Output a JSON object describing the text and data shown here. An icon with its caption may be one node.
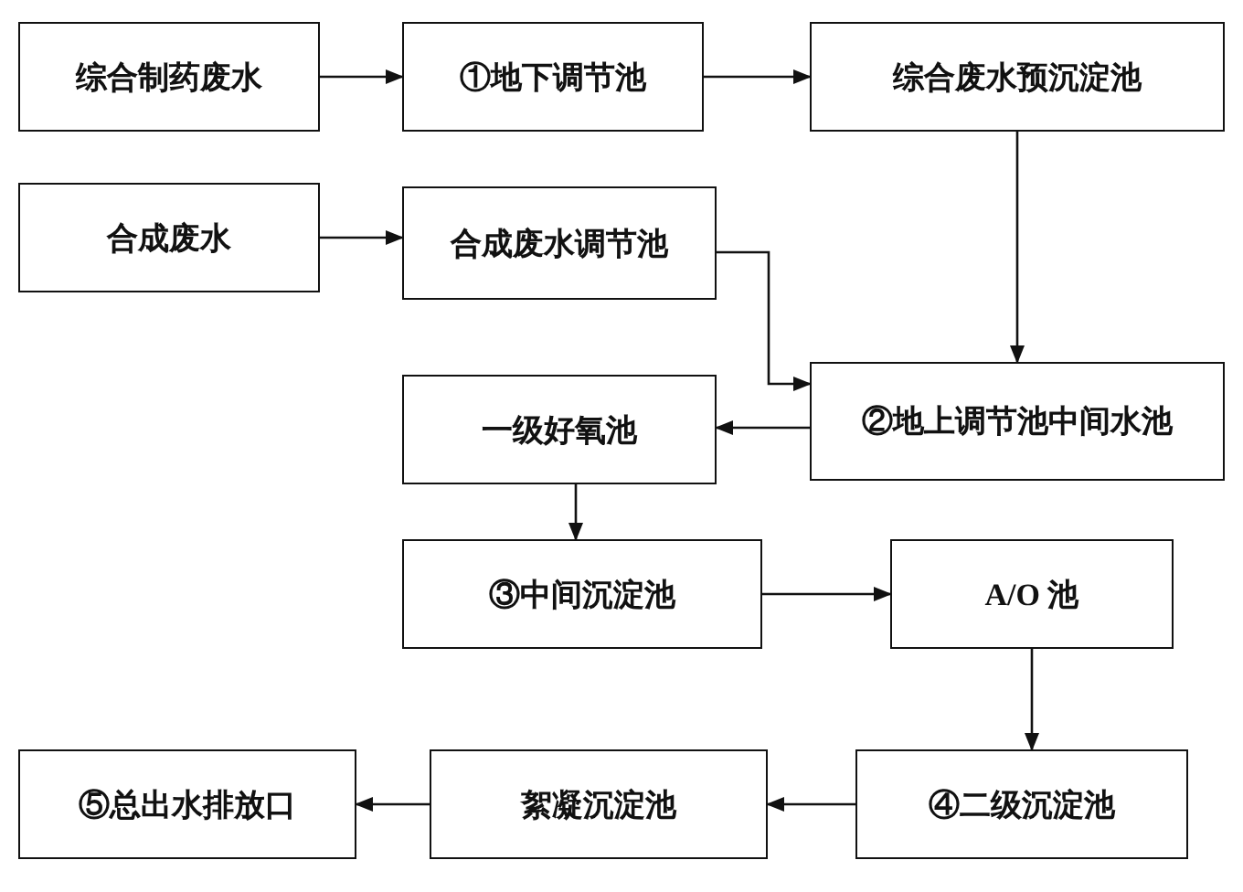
{
  "diagram": {
    "nodes": [
      {
        "text": [
          "综合制药废水"
        ]
      },
      {
        "text": [
          "①地下调节池"
        ]
      },
      {
        "text": [
          "综合废水预沉淀池"
        ]
      },
      {
        "text": [
          "合成废水"
        ]
      },
      {
        "text": [
          "合成废水调节池"
        ]
      },
      {
        "text": [
          "一级好氧池"
        ]
      },
      {
        "text": [
          "②地上调节池中间水池"
        ]
      },
      {
        "text": [
          "③中间沉淀池"
        ]
      },
      {
        "text": [
          "A/O 池"
        ]
      },
      {
        "text": [
          "⑤总出水排放口"
        ]
      },
      {
        "text": [
          "絮凝沉淀池"
        ]
      },
      {
        "text": [
          "④二级沉淀池"
        ]
      }
    ],
    "edges": [
      {
        "from": 0,
        "to": 1,
        "arrow": "to"
      },
      {
        "from": 1,
        "to": 2,
        "arrow": "to"
      },
      {
        "from": 3,
        "to": 4,
        "arrow": "to"
      },
      {
        "from": 2,
        "to": 6,
        "arrow": "to"
      },
      {
        "from": 4,
        "to": 6,
        "arrow": "to"
      },
      {
        "from": 6,
        "to": 5,
        "arrow": "to"
      },
      {
        "from": 5,
        "to": 7,
        "arrow": "to"
      },
      {
        "from": 7,
        "to": 8,
        "arrow": "to"
      },
      {
        "from": 8,
        "to": 11,
        "arrow": "to"
      },
      {
        "from": 11,
        "to": 10,
        "arrow": "to"
      },
      {
        "from": 10,
        "to": 9,
        "arrow": "to"
      }
    ]
  }
}
